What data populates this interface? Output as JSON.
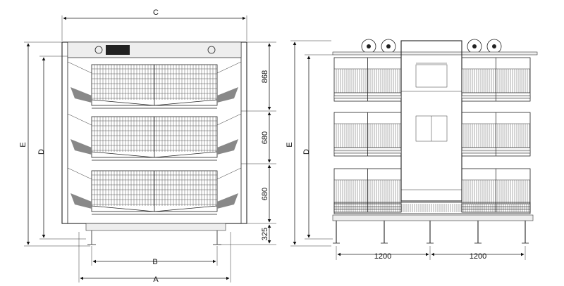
{
  "diagram": {
    "dimensions": {
      "width_total": "A",
      "width_inner": "B",
      "width_top": "C",
      "height_cages": "D",
      "height_total": "E",
      "height_total_right": "E",
      "height_cages_right": "D",
      "tier_top": "868",
      "tier_mid": "680",
      "tier_low": "680",
      "leg_height": "325",
      "span_left": "1200",
      "span_right": "1200"
    },
    "views": {
      "end_view": "end-elevation",
      "side_view": "side-elevation"
    },
    "tiers": 3
  }
}
